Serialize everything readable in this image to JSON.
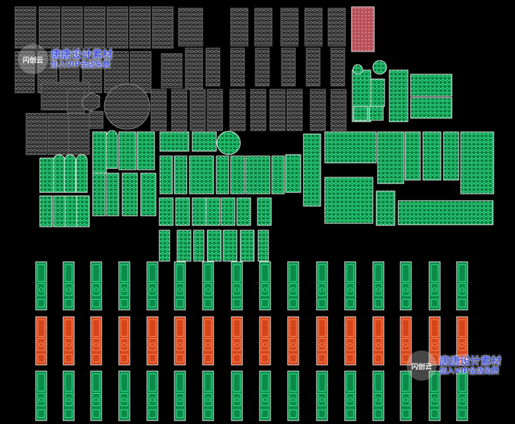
{
  "watermarks": [
    {
      "seal": "闪创云",
      "title": "唐唐设计素材",
      "subtitle": "加入VIP全店免费"
    },
    {
      "seal": "闪创云",
      "title": "唐唐设计素材",
      "subtitle": "加入VIP全店免费"
    }
  ],
  "colors": {
    "background": "#000000",
    "gray_fill": "#2e2e2e",
    "gray_line": "#8a8a8a",
    "green_fill": "#0b8a4a",
    "green_line": "#3dff9a",
    "orange_fill": "#d6451a",
    "orange_line": "#ff9a70",
    "pink_fill": "#b8505a",
    "outline": "#e8e8e8"
  },
  "panel_groups": [
    {
      "name": "gray-carved-panels",
      "color": "gray"
    },
    {
      "name": "green-carved-panels",
      "color": "green"
    },
    {
      "name": "green-door-panels-row-1",
      "color": "green"
    },
    {
      "name": "orange-door-panels-row-2",
      "color": "orange"
    },
    {
      "name": "green-door-panels-row-3",
      "color": "green"
    }
  ]
}
